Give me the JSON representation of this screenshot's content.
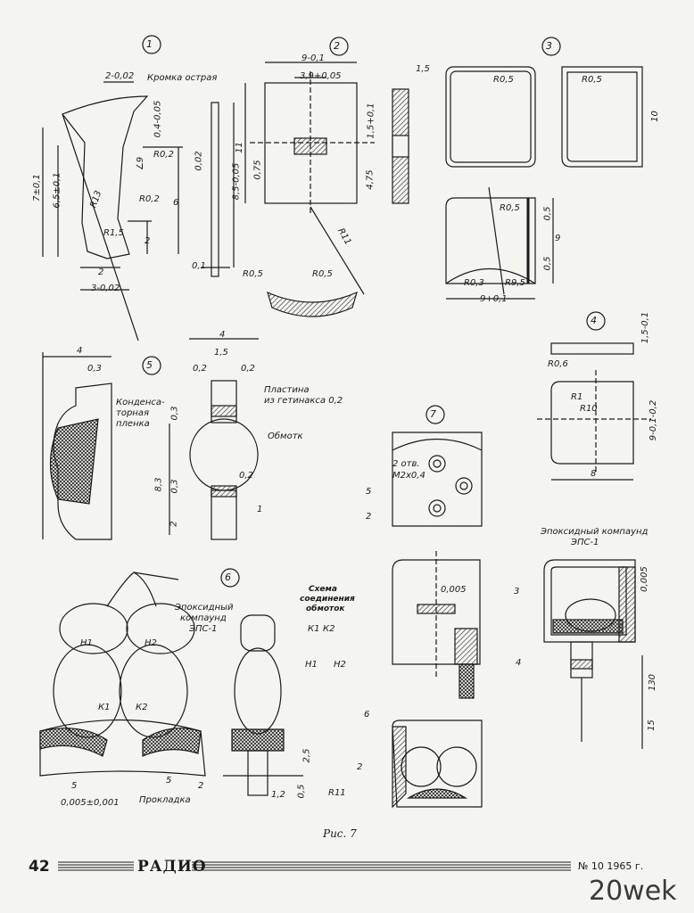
{
  "figures": {
    "f1": {
      "num": "1",
      "labels": [
        "2-0,02",
        "Кромка острая",
        "0,4-0,05",
        "R0,2",
        "7±0,1",
        "6,5±0,1",
        "R13",
        "R0,2",
        "6",
        "R1,5",
        "2",
        "2",
        "3-0,02",
        "0,02",
        "8,5-0,05",
        "0,1",
        "∠9"
      ]
    },
    "f2": {
      "num": "2",
      "labels": [
        "9-0,1",
        "3,9+0,05",
        "1,5",
        "11",
        "0,75",
        "1,5+0,1",
        "4,75",
        "R11",
        "R0,5",
        "R0,5"
      ]
    },
    "f3": {
      "num": "3",
      "labels": [
        "R0,5",
        "R0,5",
        "10",
        "R0,5",
        "0,5",
        "9",
        "0,5",
        "R0,3",
        "R9,5",
        "9+0,1"
      ]
    },
    "f4": {
      "num": "4",
      "labels": [
        "1,5-0,1",
        "R0,6",
        "R1",
        "R10",
        "9-0,1-0,2",
        "8"
      ]
    },
    "f5": {
      "num": "5",
      "labels": [
        "4",
        "0,3",
        "Конденса-",
        "торная",
        "пленка"
      ]
    },
    "f5b": {
      "labels": [
        "4",
        "1,5",
        "0,2",
        "0,2",
        "Пластина",
        "из гетинакса 0,2",
        "Обмотк",
        "0,3",
        "8,3",
        "0,3",
        "2",
        "0,2",
        "1"
      ]
    },
    "f6": {
      "num": "6",
      "labels": [
        "Эпоксидный",
        "компаунд",
        "ЭПС-1",
        "Н1",
        "Н2",
        "К1",
        "К2",
        "5",
        "5",
        "2",
        "0,005±0,001",
        "Прокладка"
      ]
    },
    "f6b": {
      "labels": [
        "Схема",
        "соединения",
        "обмоток",
        "К1",
        "К2",
        "Н1",
        "Н2",
        "2,5",
        "1,2",
        "0,5"
      ]
    },
    "f7": {
      "num": "7",
      "labels": [
        "2 отв.",
        "М2х0,4",
        "5",
        "2",
        "0,005",
        "6",
        "2",
        "R11"
      ]
    },
    "f8": {
      "labels": [
        "Эпоксидный компаунд",
        "ЭПС-1",
        "3",
        "4",
        "0,005",
        "130",
        "15"
      ]
    }
  },
  "caption": "Рис. 7",
  "footer": {
    "page": "42",
    "magazine": "РАДИО",
    "issue": "№ 10 1965 г."
  },
  "watermark": "20wek"
}
